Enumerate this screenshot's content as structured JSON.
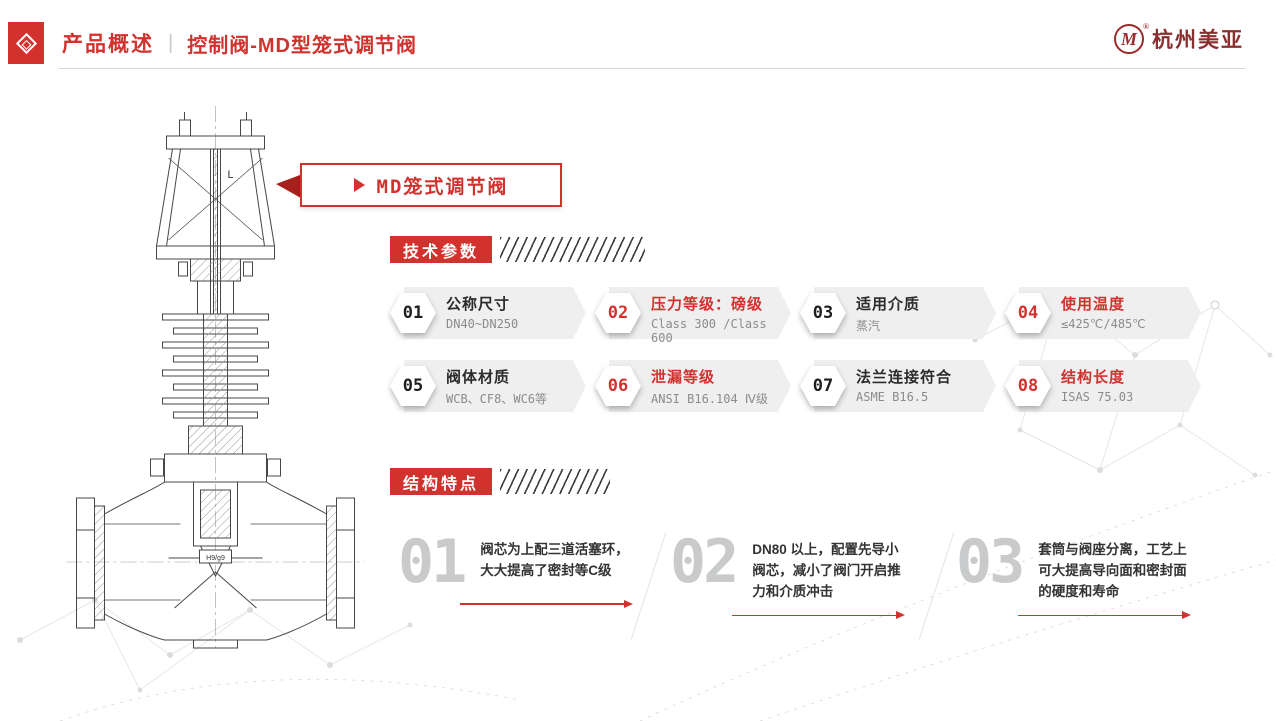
{
  "page": {
    "accent": "#d2322e",
    "background": "#ffffff"
  },
  "header": {
    "section_title": "产品概述",
    "separator": "|",
    "page_title": "控制阀-MD型笼式调节阀",
    "brand": {
      "logo_letter": "M",
      "registered_mark": "®",
      "name": "杭州美亚"
    }
  },
  "banner": {
    "label": "MD笼式调节阀"
  },
  "drawing": {
    "dim_label": "L",
    "fit_label": "H9/g9"
  },
  "tech_params": {
    "heading": "技术参数",
    "items": [
      {
        "num": "01",
        "title": "公称尺寸",
        "value": "DN40~DN250",
        "highlight": false
      },
      {
        "num": "02",
        "title": "压力等级：磅级",
        "value": "Class 300 /Class 600",
        "highlight": true
      },
      {
        "num": "03",
        "title": "适用介质",
        "value": "蒸汽",
        "highlight": false
      },
      {
        "num": "04",
        "title": "使用温度",
        "value": "≤425℃/485℃",
        "highlight": true
      },
      {
        "num": "05",
        "title": "阀体材质",
        "value": "WCB、CF8、WC6等",
        "highlight": false
      },
      {
        "num": "06",
        "title": "泄漏等级",
        "value": "ANSI B16.104 Ⅳ级",
        "highlight": true
      },
      {
        "num": "07",
        "title": "法兰连接符合",
        "value": "ASME B16.5",
        "highlight": false
      },
      {
        "num": "08",
        "title": "结构长度",
        "value": "ISAS 75.03",
        "highlight": true
      }
    ]
  },
  "features": {
    "heading": "结构特点",
    "items": [
      {
        "num": "01",
        "text": "阀芯为上配三道活塞环，大大提高了密封等C级"
      },
      {
        "num": "02",
        "text": "DN80 以上，配置先导小阀芯，减小了阀门开启推力和介质冲击"
      },
      {
        "num": "03",
        "text": "套筒与阀座分离，工艺上可大提高导向面和密封面的硬度和寿命"
      }
    ]
  }
}
